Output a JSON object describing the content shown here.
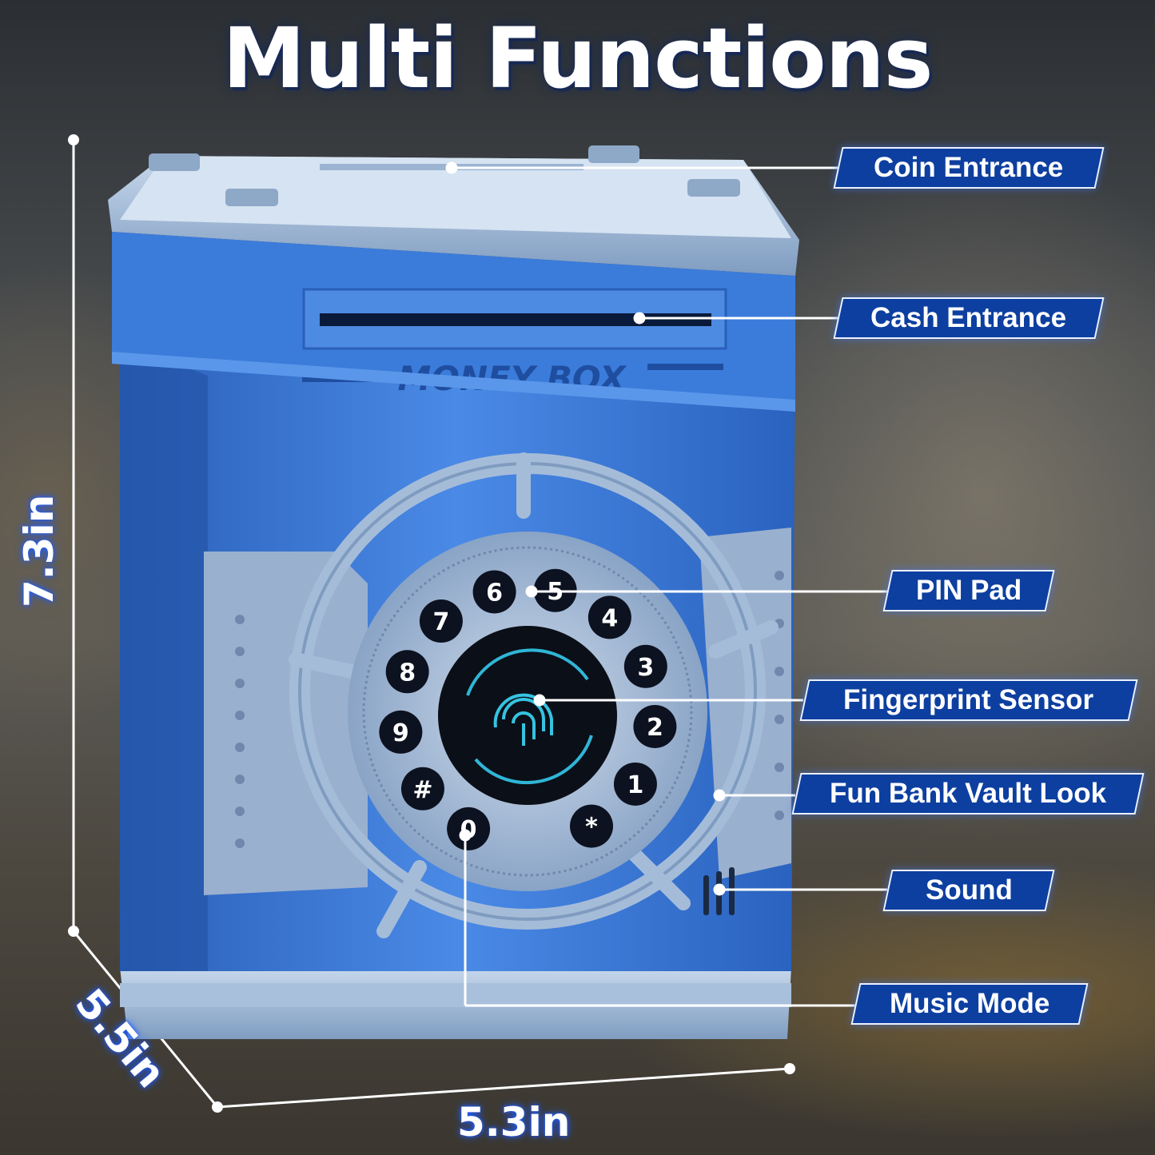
{
  "title": "Multi Functions",
  "product": {
    "brand_text": "MONEY BOX",
    "keypad": [
      "1",
      "2",
      "3",
      "4",
      "5",
      "6",
      "7",
      "8",
      "9",
      "*",
      "0",
      "#"
    ]
  },
  "callouts": [
    {
      "id": "coin-entrance",
      "label": "Coin Entrance"
    },
    {
      "id": "cash-entrance",
      "label": "Cash Entrance"
    },
    {
      "id": "pin-pad",
      "label": "PIN Pad"
    },
    {
      "id": "fingerprint-sensor",
      "label": "Fingerprint Sensor"
    },
    {
      "id": "vault-look",
      "label": "Fun Bank Vault Look"
    },
    {
      "id": "sound",
      "label": "Sound"
    },
    {
      "id": "music-mode",
      "label": "Music Mode"
    }
  ],
  "dimensions": {
    "height": "7.3in",
    "depth": "5.5in",
    "width": "5.3in"
  },
  "colors": {
    "label_bg": "#0d3fa0",
    "box_blue": "#2f6fd1",
    "trim_silver": "#9db6d3",
    "glow": "#3a7bff"
  }
}
